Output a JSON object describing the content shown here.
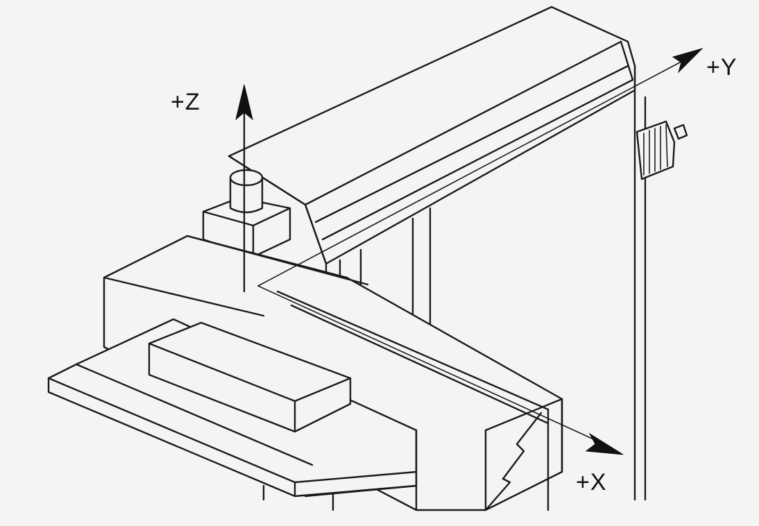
{
  "diagram": {
    "axes": {
      "z": "+Z",
      "y": "+Y",
      "x": "+X"
    }
  }
}
